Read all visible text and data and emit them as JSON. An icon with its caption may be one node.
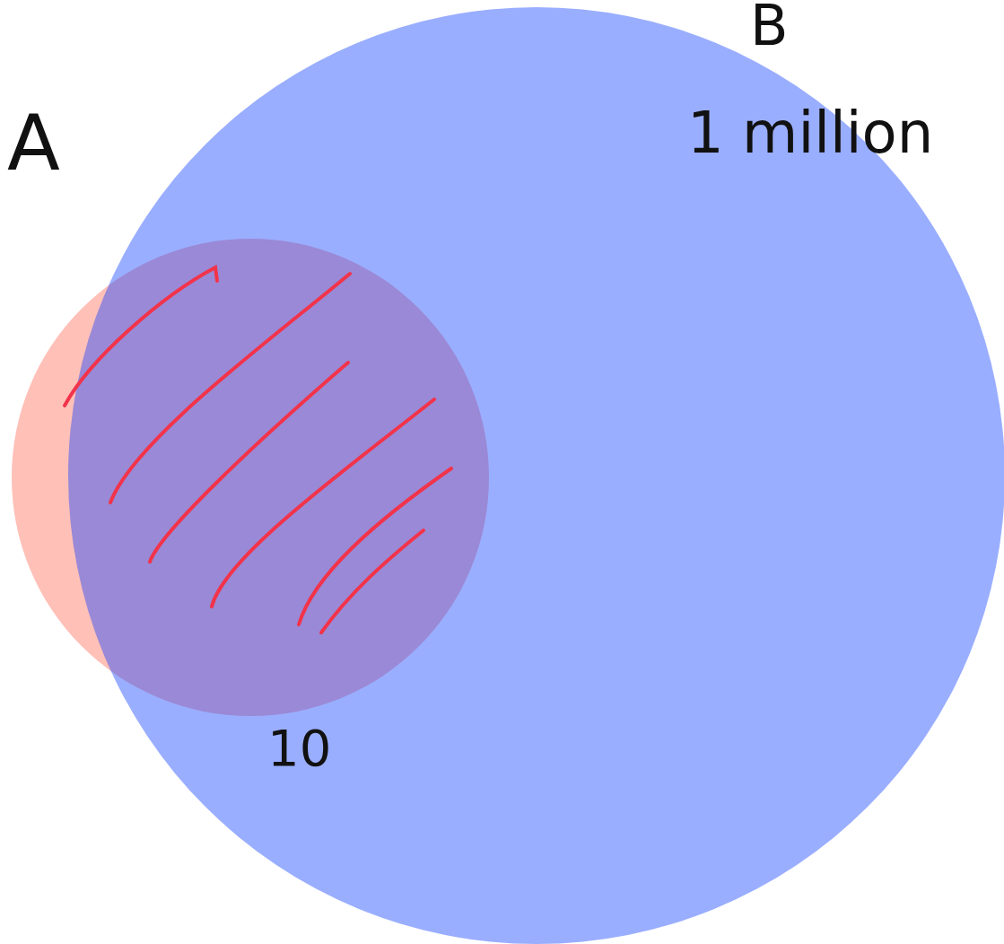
{
  "diagram": {
    "nodes": [
      {
        "text": [
          "A"
        ],
        "beside": [
          "10"
        ]
      },
      {
        "text": [
          "B",
          "1 million"
        ]
      }
    ]
  }
}
